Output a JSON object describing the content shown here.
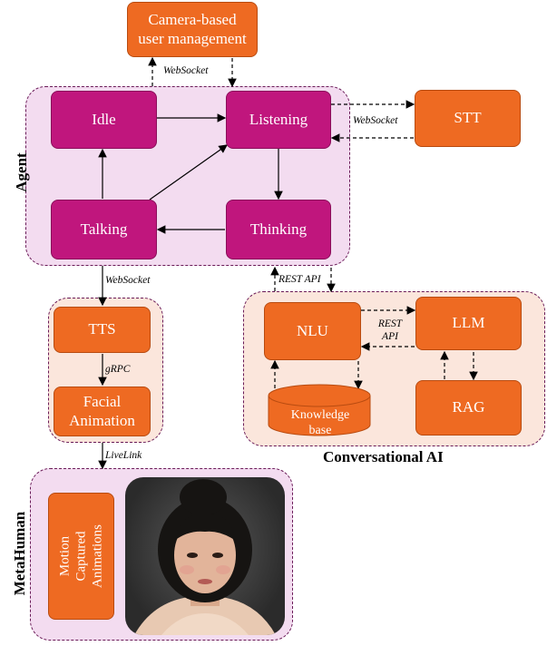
{
  "groups": {
    "agent": "Agent",
    "conversational_ai": "Conversational AI",
    "metahuman": "MetaHuman"
  },
  "nodes": {
    "camera": "Camera-based user management",
    "idle": "Idle",
    "listening": "Listening",
    "talking": "Talking",
    "thinking": "Thinking",
    "stt": "STT",
    "tts": "TTS",
    "facial": "Facial Animation",
    "nlu": "NLU",
    "llm": "LLM",
    "rag": "RAG",
    "knowledge": "Knowledge base",
    "motion": "Motion Captured Animations"
  },
  "edges": {
    "websocket_camera": "WebSocket",
    "websocket_stt": "WebSocket",
    "websocket_tts": "WebSocket",
    "rest_api_agent": "REST API",
    "rest_api_llm": "REST API",
    "grpc": "gRPC",
    "livelink": "LiveLink"
  },
  "colors": {
    "state_fill": "#c0167d",
    "component_fill": "#ee6a22",
    "agent_group_fill": "#f3dcf0",
    "ai_group_fill": "#fbe6dc",
    "group_border": "#6a1b58"
  },
  "image": {
    "subject": "metahuman-portrait"
  }
}
